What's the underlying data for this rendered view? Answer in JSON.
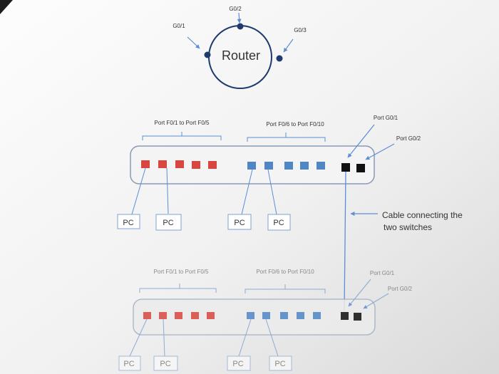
{
  "router": {
    "label": "Router",
    "ports": {
      "top": "G0/2",
      "left": "G0/1",
      "right": "G0/3"
    }
  },
  "switch1": {
    "range_red": "Port F0/1 to Port F0/5",
    "range_blue": "Port F0/6 to Port F0/10",
    "port_g01": "Port G0/1",
    "port_g02": "Port G0/2",
    "pcs": [
      "PC",
      "PC",
      "PC",
      "PC"
    ]
  },
  "cable_note": {
    "line1": "Cable connecting the",
    "line2": "two switches"
  },
  "switch2": {
    "range_red": "Port F0/1 to Port F0/5",
    "range_blue": "Port F0/6 to Port F0/10",
    "port_g01": "Port G0/1",
    "port_g02": "Port G0/2",
    "pcs": [
      "PC",
      "PC",
      "PC",
      "PC"
    ]
  },
  "colors": {
    "fastethernet_red": "#d9463f",
    "fastethernet_blue": "#4f86c6",
    "gigabit_black": "#111111",
    "link_blue": "#5b8ed6",
    "dot_navy": "#1f3a6e"
  }
}
